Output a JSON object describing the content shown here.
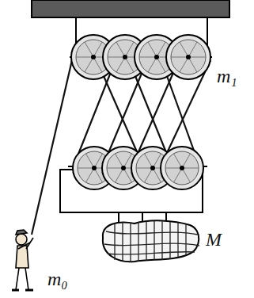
{
  "diagram": {
    "labels": [
      "m₁",
      "M",
      "m₀"
    ]
  }
}
